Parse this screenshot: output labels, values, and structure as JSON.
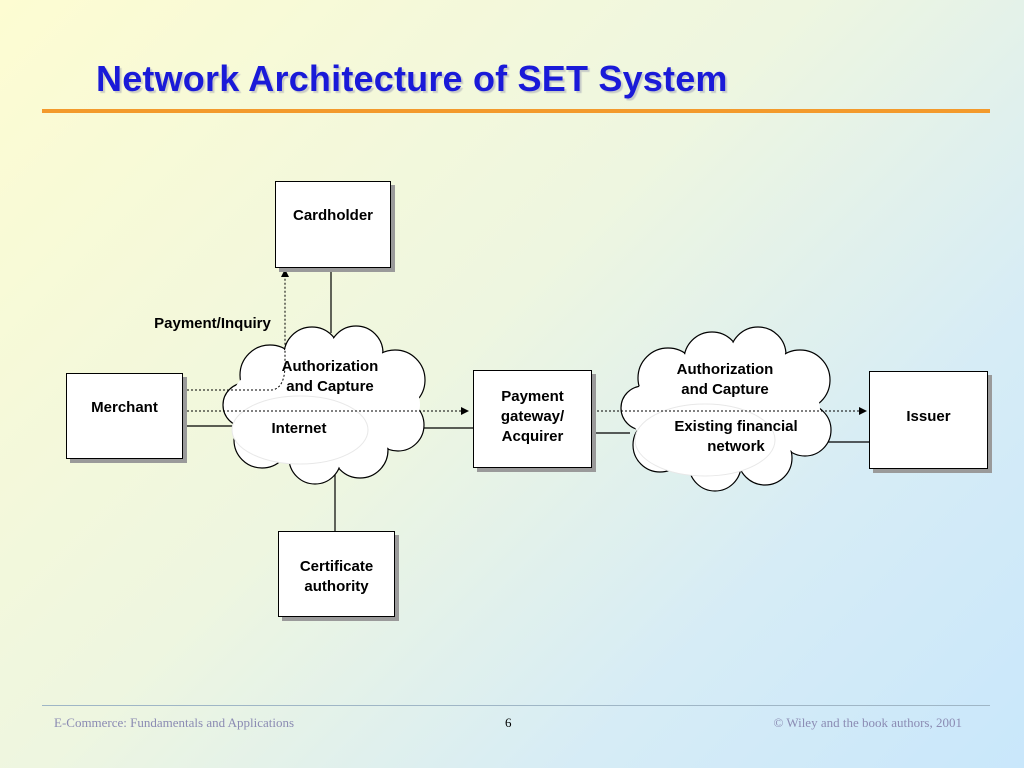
{
  "title": "Network Architecture of SET System",
  "nodes": {
    "cardholder": "Cardholder",
    "merchant": "Merchant",
    "gateway": [
      "Payment",
      "gateway/",
      "Acquirer"
    ],
    "issuer": "Issuer",
    "ca": [
      "Certificate",
      "authority"
    ]
  },
  "clouds": {
    "internet": {
      "auth": [
        "Authorization",
        "and Capture"
      ],
      "name": "Internet"
    },
    "financial": {
      "auth": [
        "Authorization",
        "and Capture"
      ],
      "name": [
        "Existing financial",
        "network"
      ]
    }
  },
  "edge_labels": {
    "payment_inquiry": "Payment/Inquiry"
  },
  "footer": {
    "left": "E-Commerce: Fundamentals and Applications",
    "page": "6",
    "right": "© Wiley and the book authors, 2001"
  },
  "colors": {
    "title": "#1a1ad8",
    "rule": "#f39a2c"
  }
}
